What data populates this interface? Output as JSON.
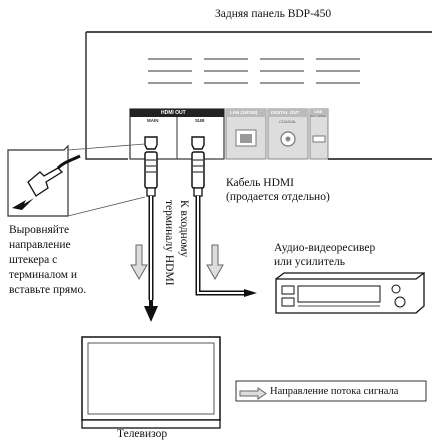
{
  "title": "Задняя панель BDP-450",
  "ports": {
    "hdmi_out": "HDMI OUT",
    "main": "MAIN",
    "sub": "SUB",
    "lan": "LAN (10/100)",
    "digital_out": "DIGITAL OUT",
    "coaxial": "COAXIAL",
    "usb": "USB",
    "usb_spec": "5 V ⎓ 0.5 A"
  },
  "cable_label": [
    "Кабель HDMI",
    "(продается отдельно)"
  ],
  "instruction": [
    "Выровняйте",
    "направление",
    "штекера с",
    "терминалом и",
    "вставьте прямо."
  ],
  "vertical_label": [
    "К входному",
    "терминалу HDMI"
  ],
  "receiver_label": [
    "Аудио-видеоресивер",
    "или усилитель"
  ],
  "tv_label": "Телевизор",
  "legend_label": "Направление потока сигнала"
}
